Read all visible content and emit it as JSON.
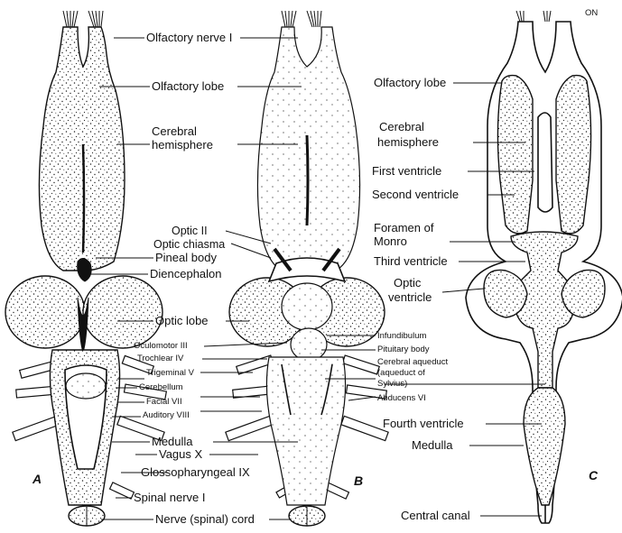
{
  "figure": {
    "panel_labels": {
      "a": "A",
      "b": "B",
      "c": "C"
    },
    "corner_mark": "ON",
    "labels": {
      "olfactory_nerve": "Olfactory nerve I",
      "olfactory_lobe_a": "Olfactory lobe",
      "cerebral_1": "Cerebral",
      "hemisphere_1": "hemisphere",
      "optic_ii": "Optic II",
      "optic_chiasma": "Optic chiasma",
      "pineal_body": "Pineal body",
      "diencephalon": "Diencephalon",
      "optic_lobe": "Optic lobe",
      "oculomotor": "Oculomotor III",
      "trochlear": "Trochlear IV",
      "trigeminal": "Trigeminal V",
      "cerebellum": "Cerebellum",
      "facial": "Facial VII",
      "auditory": "Auditory VIII",
      "medulla_a": "Medulla",
      "vagus": "Vagus X",
      "glossopharyngeal": "Glossopharyngeal IX",
      "spinal_nerve": "Spinal nerve I",
      "nerve_cord": "Nerve (spinal) cord",
      "infundibulum": "Infundibulum",
      "pituitary": "Pituitary body",
      "cerebral_aqueduct_1": "Cerebral aqueduct",
      "cerebral_aqueduct_2": "(aqueduct of",
      "cerebral_aqueduct_3": "Sylvius)",
      "abducens": "Abducens VI",
      "olfactory_lobe_c": "Olfactory lobe",
      "cerebral_2": "Cerebral",
      "hemisphere_2": "hemisphere",
      "first_ventricle": "First ventricle",
      "second_ventricle": "Second ventricle",
      "foramen_1": "Foramen of",
      "foramen_2": "Monro",
      "third_ventricle": "Third ventricle",
      "optic_ventricle_1": "Optic",
      "optic_ventricle_2": "ventricle",
      "fourth_ventricle": "Fourth ventricle",
      "medulla_c": "Medulla",
      "central_canal": "Central canal"
    }
  }
}
